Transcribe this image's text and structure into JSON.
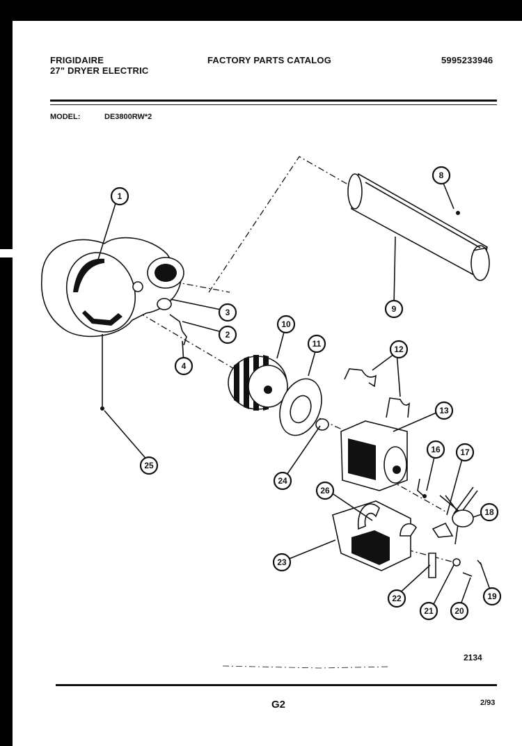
{
  "header": {
    "brand": "FRIGIDAIRE",
    "product": "27\" DRYER ELECTRIC",
    "catalog_title": "FACTORY PARTS CATALOG",
    "catalog_number": "5995233946"
  },
  "model": {
    "label": "MODEL:",
    "value": "DE3800RW*2"
  },
  "callouts": [
    "1",
    "2",
    "3",
    "4",
    "8",
    "9",
    "10",
    "11",
    "12",
    "13",
    "16",
    "17",
    "18",
    "19",
    "20",
    "21",
    "22",
    "23",
    "24",
    "25",
    "26"
  ],
  "footer": {
    "diagram_number": "2134",
    "page_label": "G2",
    "date": "2/93"
  }
}
